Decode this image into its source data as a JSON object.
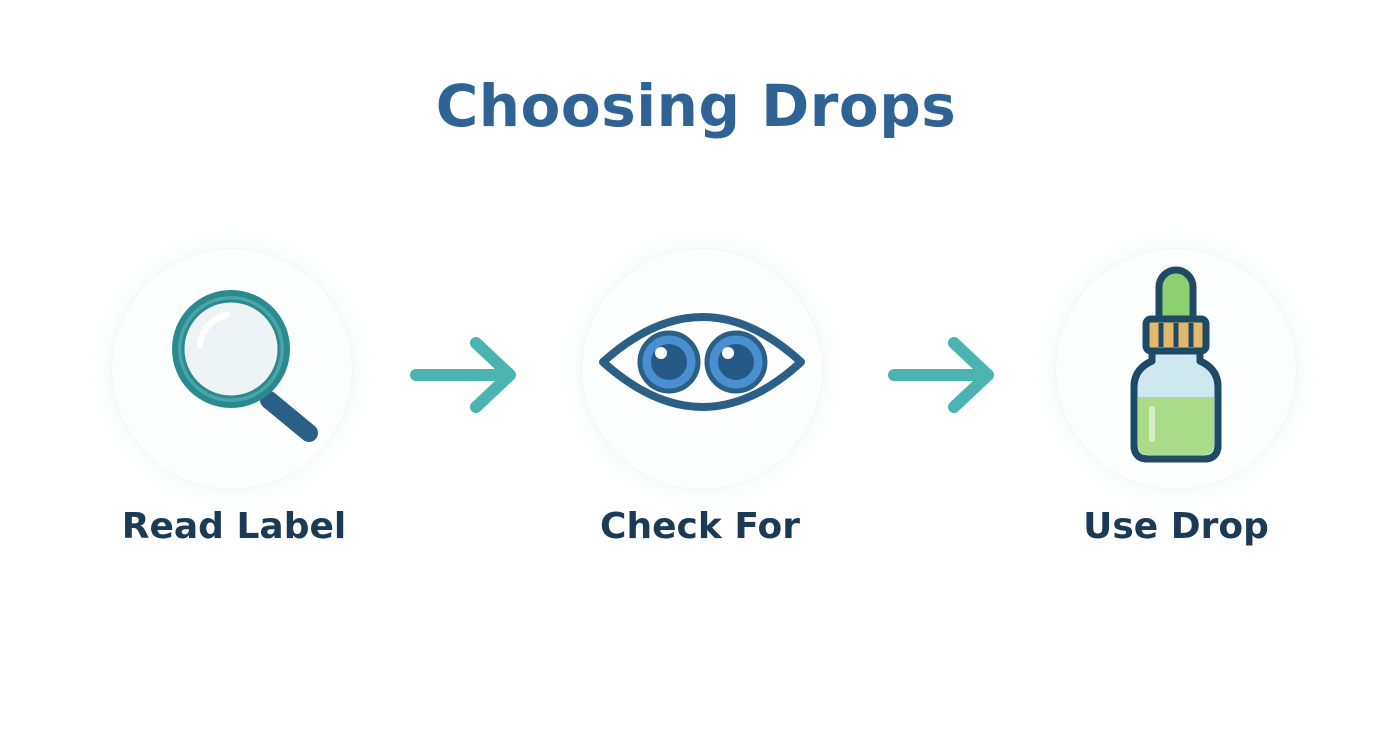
{
  "title": "Choosing Drops",
  "steps": [
    {
      "label": "Read Label",
      "icon": "magnifying-glass-icon"
    },
    {
      "label": "Check For",
      "icon": "eyes-icon"
    },
    {
      "label": "Use Drop",
      "icon": "dropper-bottle-icon"
    }
  ],
  "colors": {
    "title": "#2f6396",
    "label": "#1b3a55",
    "arrow": "#4bb3b0",
    "magnifier_ring": "#2a8a8f",
    "magnifier_handle": "#2b5f86",
    "eye_outline": "#2b5f86",
    "iris": "#4a8fcf",
    "pupil": "#265a86",
    "bottle_outline": "#1f4a66",
    "bottle_liquid": "#a9dc88",
    "bottle_cap": "#e2b86b",
    "dropper_bulb": "#8ccf6e"
  }
}
